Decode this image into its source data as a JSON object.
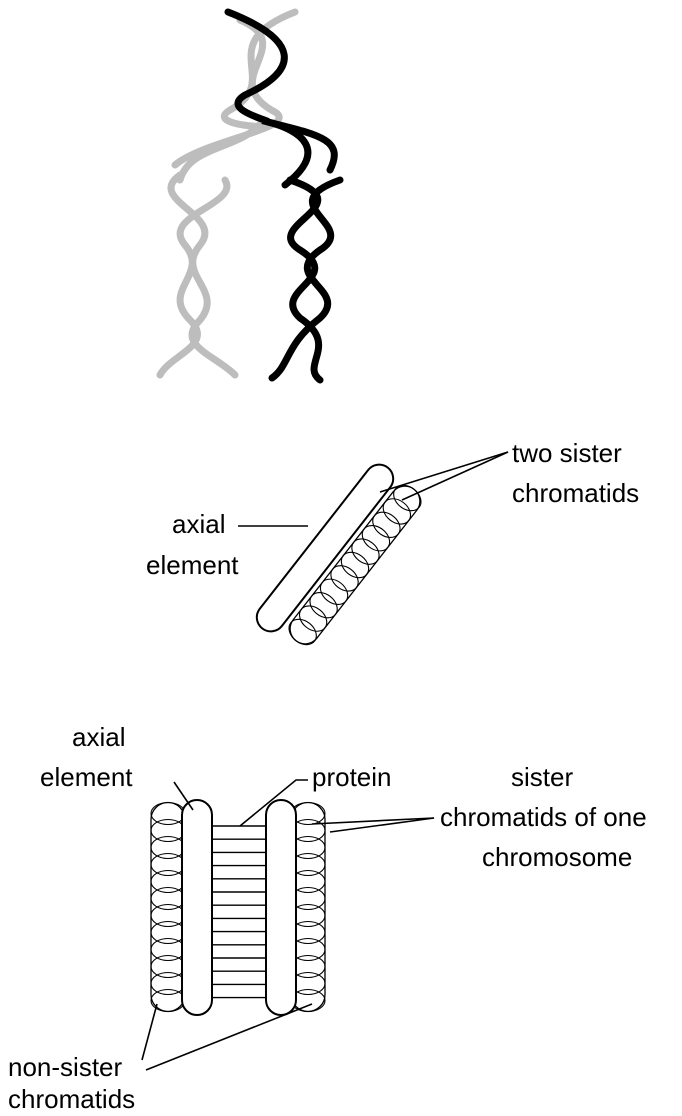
{
  "panel1": {},
  "panel2": {
    "axial_element_label": [
      "axial",
      "element"
    ],
    "sister_chromatids_label": [
      "two sister",
      "chromatids"
    ]
  },
  "panel3": {
    "axial_element_label": [
      "axial",
      "element"
    ],
    "protein_label": "protein",
    "sister_chromatids_label": [
      "sister",
      "chromatids of one",
      "chromosome"
    ],
    "non_sister_label": [
      "non-sister",
      "chromatids"
    ]
  },
  "colors": {
    "dark_strand": "#000000",
    "light_strand": "#bdbdbd"
  }
}
